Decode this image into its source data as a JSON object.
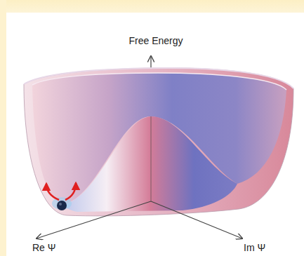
{
  "diagram": {
    "labels": [
      "Free Energy",
      "Re Ψ",
      "Im Ψ"
    ]
  }
}
